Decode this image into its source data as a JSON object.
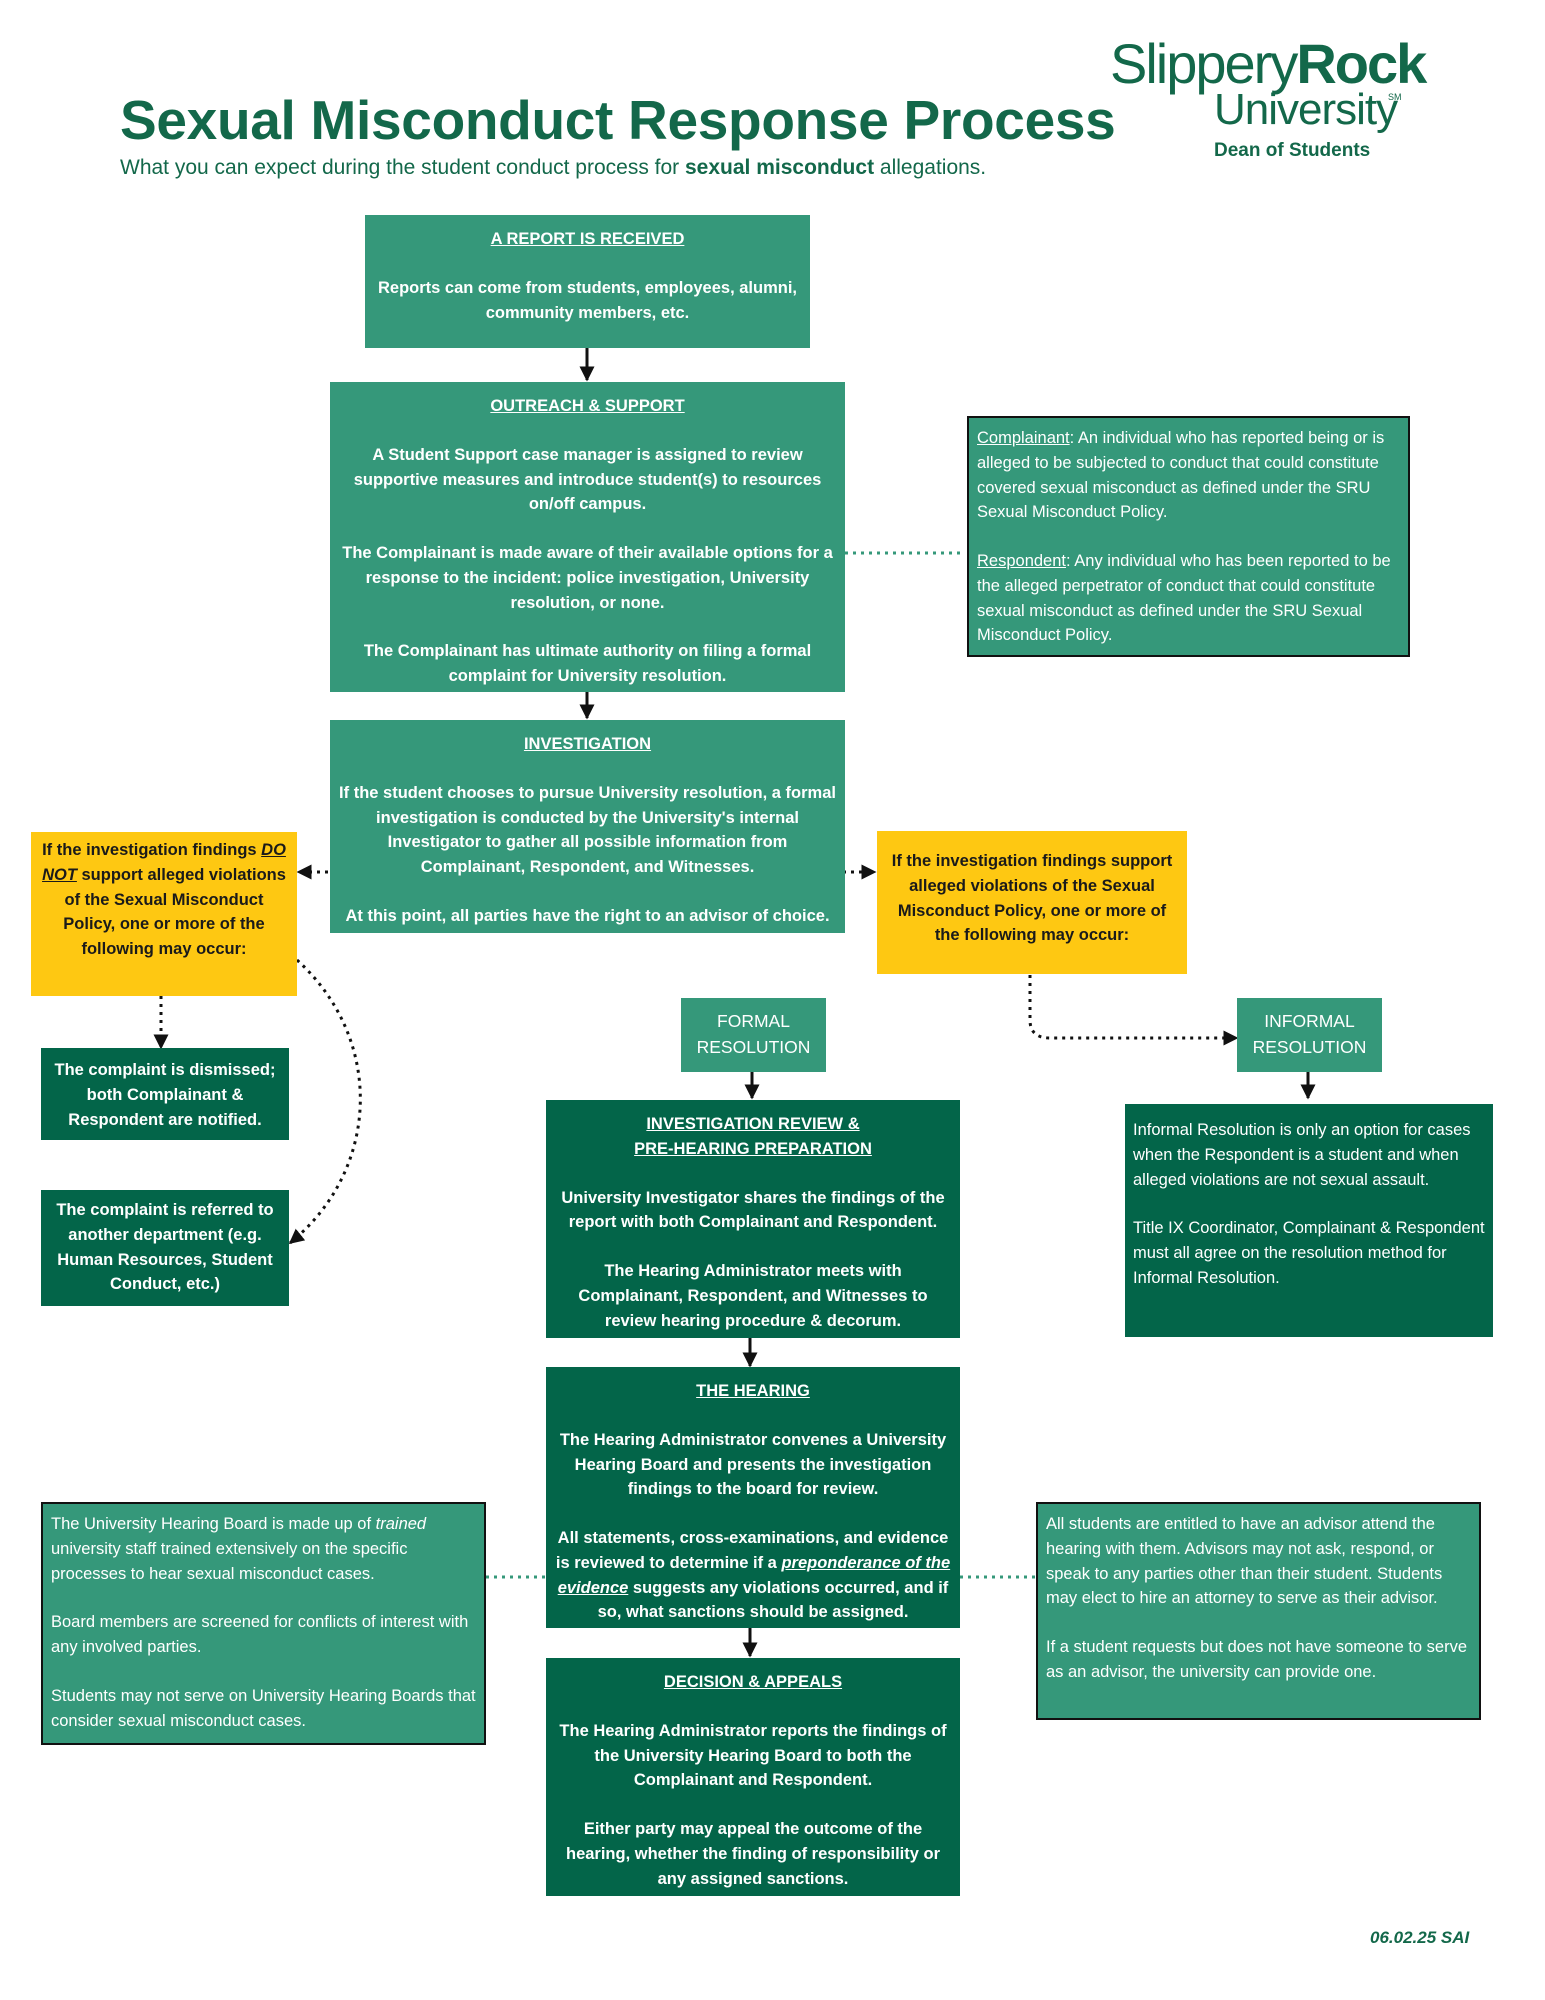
{
  "header": {
    "title": "Sexual Misconduct Response Process",
    "subtitle_pre": "What you can expect during the student conduct process for ",
    "subtitle_bold": "sexual misconduct",
    "subtitle_post": " allegations."
  },
  "logo": {
    "word1": "Slippery",
    "word2": "Rock",
    "word3": "University",
    "sm": "SM",
    "dept": "Dean of Students"
  },
  "report": {
    "heading": "A REPORT IS RECEIVED",
    "text": "Reports can come from students, employees, alumni, community members, etc."
  },
  "outreach": {
    "heading": "OUTREACH & SUPPORT",
    "p1": "A Student Support case manager is assigned to review supportive measures and introduce student(s) to resources on/off campus.",
    "p2": "The Complainant is made aware of their available options for a response to the incident: police investigation, University resolution, or none.",
    "p3": "The Complainant has ultimate authority on filing a formal complaint for University resolution."
  },
  "definitions": {
    "complainant_term": "Complainant",
    "complainant_text": ": An individual who has reported being or is alleged to be subjected to conduct that could constitute covered sexual misconduct as defined under the SRU Sexual Misconduct Policy.",
    "respondent_term": "Respondent",
    "respondent_text": ": Any individual who has been reported to be the alleged perpetrator of conduct that could constitute sexual misconduct as defined under the SRU Sexual Misconduct Policy."
  },
  "investigation": {
    "heading": "INVESTIGATION",
    "p1": "If the student chooses to pursue University resolution, a formal investigation is conducted by the University's internal Investigator to gather all possible information from Complainant, Respondent, and Witnesses.",
    "p2": "At this point, all parties have the right to an advisor of choice."
  },
  "not_supported": {
    "pre": "If the investigation findings ",
    "do": "DO",
    "not": "NOT",
    "post": " support alleged violations of the Sexual Misconduct Policy, one or more of the following may occur:"
  },
  "supported": {
    "text": "If the investigation findings support alleged violations of the Sexual Misconduct Policy, one or more of the following may occur:"
  },
  "dismissed": {
    "text": "The complaint is dismissed; both Complainant & Respondent are notified."
  },
  "referred": {
    "text": "The complaint is referred to another department (e.g. Human Resources, Student Conduct, etc.)"
  },
  "formal_label": "FORMAL RESOLUTION",
  "informal_label": "INFORMAL RESOLUTION",
  "review": {
    "heading1": "INVESTIGATION REVIEW &",
    "heading2": "PRE-HEARING PREPARATION",
    "p1": "University Investigator shares the findings of the report with both Complainant and Respondent.",
    "p2": "The Hearing Administrator meets with Complainant, Respondent, and Witnesses to review hearing procedure & decorum."
  },
  "informal": {
    "p1": "Informal Resolution is only an option for cases when the Respondent is a student and when alleged violations are not sexual assault.",
    "p2": "Title IX Coordinator, Complainant & Respondent must all agree on the resolution method for Informal Resolution."
  },
  "hearing": {
    "heading": "THE HEARING",
    "p1": "The Hearing Administrator convenes a University Hearing Board and presents the investigation findings to the board for review.",
    "p2_pre": "All statements, cross-examinations, and evidence is reviewed to determine if a ",
    "p2_em": "preponderance of the evidence",
    "p2_post": " suggests any violations occurred, and if so, what sanctions should be assigned."
  },
  "board": {
    "p1_pre": "The University Hearing Board is made up of ",
    "p1_em": "trained",
    "p1_post": " university staff trained extensively on the specific processes to hear sexual misconduct cases.",
    "p2": "Board members are screened for conflicts of interest with any involved parties.",
    "p3": "Students may not serve on University Hearing Boards that consider sexual misconduct cases."
  },
  "advisor": {
    "p1": "All students are entitled to have an advisor attend the hearing with them. Advisors may not ask, respond, or speak to any parties other than their student. Students may elect to hire an attorney to serve as their advisor.",
    "p2": "If a student requests but does not have someone to serve as an advisor, the university can provide one."
  },
  "decision": {
    "heading": "DECISION & APPEALS",
    "p1": "The Hearing Administrator reports the findings of the University Hearing Board to both the Complainant and Respondent.",
    "p2": "Either party may appeal the outcome of the hearing, whether the finding of responsibility or any assigned sanctions."
  },
  "footer": {
    "code": "06.02.25 SAI"
  },
  "colors": {
    "brand_green": "#13684a",
    "light_green": "#35987a",
    "dark_green": "#036549",
    "yellow": "#fec812"
  }
}
